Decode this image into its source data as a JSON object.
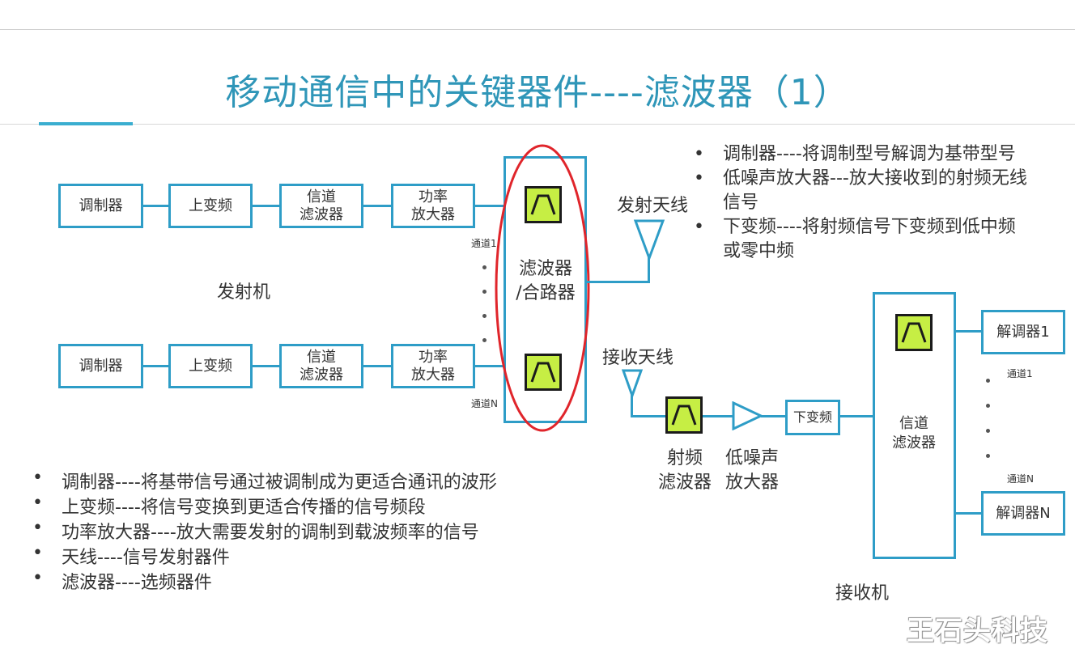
{
  "title": "移动通信中的关键器件----滤波器（1）",
  "transmitter": {
    "label": "发射机",
    "chain_top": [
      "调制器",
      "上变频",
      "信道\n滤波器",
      "功率\n放大器"
    ],
    "chain_bottom": [
      "调制器",
      "上变频",
      "信道\n滤波器",
      "功率\n放大器"
    ],
    "channel_1": "通道1",
    "channel_n": "通道N",
    "combiner_label": "滤波器\n/合路器",
    "tx_antenna": "发射天线"
  },
  "receiver": {
    "label": "接收机",
    "rx_antenna": "接收天线",
    "rf_filter": "射频\n滤波器",
    "lna": "低噪声\n放大器",
    "downconv": "下变频",
    "channel_filter": "信道\n滤波器",
    "demod_1": "解调器1",
    "demod_n": "解调器N",
    "channel_1": "通道1",
    "channel_n": "通道N"
  },
  "notes_right": [
    "调制器----将调制型号解调为基带型号",
    "低噪声放大器---放大接收到的射频无线\n信号",
    "下变频----将射频信号下变频到低中频\n或零中频"
  ],
  "notes_bottom": [
    "调制器----将基带信号通过被调制成为更适合通讯的波形",
    "上变频----将信号变换到更适合传播的信号频段",
    "功率放大器----放大需要发射的调制到载波频率的信号",
    "天线----信号发射器件",
    "滤波器----选频器件"
  ],
  "watermark": "王石头科技",
  "colors": {
    "accent": "#2e9dc7",
    "title": "#2f96b8",
    "highlight": "#e0252b",
    "filter_fill": "#c6ee44"
  }
}
